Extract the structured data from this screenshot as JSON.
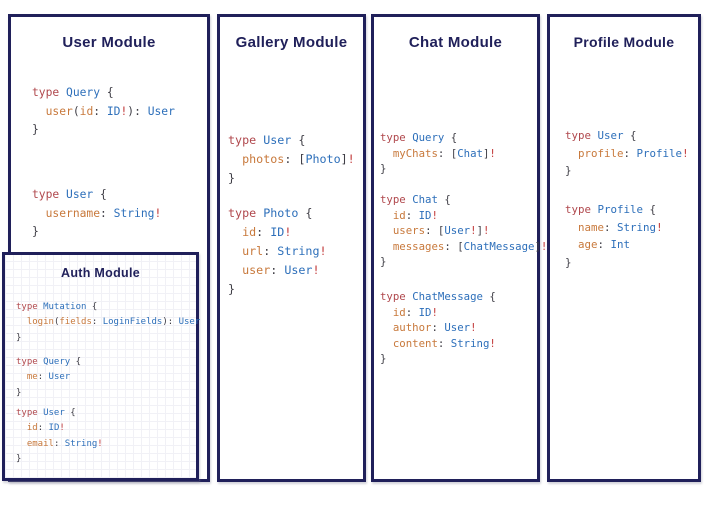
{
  "colors": {
    "border_navy": "#20205a",
    "title_navy": "#20205a",
    "keyword_red": "#b0484d",
    "type_blue": "#2d6fba",
    "field_orange": "#c8793c",
    "punctuation_gray": "#3f3e46",
    "bang_red": "#c23b3b",
    "background": "#ffffff"
  },
  "modules": [
    {
      "id": "user",
      "title": "User Module",
      "blocks": [
        [
          [
            [
              "k",
              "type "
            ],
            [
              "t",
              "Query"
            ],
            [
              "p",
              " {"
            ]
          ],
          [
            [
              "p",
              "  "
            ],
            [
              "f",
              "user"
            ],
            [
              "p",
              "("
            ],
            [
              "f",
              "id"
            ],
            [
              "p",
              ": "
            ],
            [
              "t",
              "ID"
            ],
            [
              "b",
              "!"
            ],
            [
              "p",
              "): "
            ],
            [
              "t",
              "User"
            ]
          ],
          [
            [
              "p",
              "}"
            ]
          ]
        ],
        [
          [
            [
              "k",
              "type "
            ],
            [
              "t",
              "User"
            ],
            [
              "p",
              " {"
            ]
          ],
          [
            [
              "p",
              "  "
            ],
            [
              "f",
              "username"
            ],
            [
              "p",
              ": "
            ],
            [
              "t",
              "String"
            ],
            [
              "b",
              "!"
            ]
          ],
          [
            [
              "p",
              "}"
            ]
          ]
        ]
      ]
    },
    {
      "id": "gallery",
      "title": "Gallery Module",
      "blocks": [
        [
          [
            [
              "k",
              "type "
            ],
            [
              "t",
              "User"
            ],
            [
              "p",
              " {"
            ]
          ],
          [
            [
              "p",
              "  "
            ],
            [
              "f",
              "photos"
            ],
            [
              "p",
              ": ["
            ],
            [
              "t",
              "Photo"
            ],
            [
              "p",
              "]"
            ],
            [
              "b",
              "!"
            ]
          ],
          [
            [
              "p",
              "}"
            ]
          ]
        ],
        [
          [
            [
              "k",
              "type "
            ],
            [
              "t",
              "Photo"
            ],
            [
              "p",
              " {"
            ]
          ],
          [
            [
              "p",
              "  "
            ],
            [
              "f",
              "id"
            ],
            [
              "p",
              ": "
            ],
            [
              "t",
              "ID"
            ],
            [
              "b",
              "!"
            ]
          ],
          [
            [
              "p",
              "  "
            ],
            [
              "f",
              "url"
            ],
            [
              "p",
              ": "
            ],
            [
              "t",
              "String"
            ],
            [
              "b",
              "!"
            ]
          ],
          [
            [
              "p",
              "  "
            ],
            [
              "f",
              "user"
            ],
            [
              "p",
              ": "
            ],
            [
              "t",
              "User"
            ],
            [
              "b",
              "!"
            ]
          ],
          [
            [
              "p",
              "}"
            ]
          ]
        ]
      ]
    },
    {
      "id": "chat",
      "title": "Chat Module",
      "blocks": [
        [
          [
            [
              "k",
              "type "
            ],
            [
              "t",
              "Query"
            ],
            [
              "p",
              " {"
            ]
          ],
          [
            [
              "p",
              "  "
            ],
            [
              "f",
              "myChats"
            ],
            [
              "p",
              ": ["
            ],
            [
              "t",
              "Chat"
            ],
            [
              "p",
              "]"
            ],
            [
              "b",
              "!"
            ]
          ],
          [
            [
              "p",
              "}"
            ]
          ]
        ],
        [
          [
            [
              "k",
              "type "
            ],
            [
              "t",
              "Chat"
            ],
            [
              "p",
              " {"
            ]
          ],
          [
            [
              "p",
              "  "
            ],
            [
              "f",
              "id"
            ],
            [
              "p",
              ": "
            ],
            [
              "t",
              "ID"
            ],
            [
              "b",
              "!"
            ]
          ],
          [
            [
              "p",
              "  "
            ],
            [
              "f",
              "users"
            ],
            [
              "p",
              ": ["
            ],
            [
              "t",
              "User"
            ],
            [
              "b",
              "!"
            ],
            [
              "p",
              "]"
            ],
            [
              "b",
              "!"
            ]
          ],
          [
            [
              "p",
              "  "
            ],
            [
              "f",
              "messages"
            ],
            [
              "p",
              ": ["
            ],
            [
              "t",
              "ChatMessage"
            ],
            [
              "p",
              "]"
            ],
            [
              "b",
              "!"
            ]
          ],
          [
            [
              "p",
              "}"
            ]
          ]
        ],
        [
          [
            [
              "k",
              "type "
            ],
            [
              "t",
              "ChatMessage"
            ],
            [
              "p",
              " {"
            ]
          ],
          [
            [
              "p",
              "  "
            ],
            [
              "f",
              "id"
            ],
            [
              "p",
              ": "
            ],
            [
              "t",
              "ID"
            ],
            [
              "b",
              "!"
            ]
          ],
          [
            [
              "p",
              "  "
            ],
            [
              "f",
              "author"
            ],
            [
              "p",
              ": "
            ],
            [
              "t",
              "User"
            ],
            [
              "b",
              "!"
            ]
          ],
          [
            [
              "p",
              "  "
            ],
            [
              "f",
              "content"
            ],
            [
              "p",
              ": "
            ],
            [
              "t",
              "String"
            ],
            [
              "b",
              "!"
            ]
          ],
          [
            [
              "p",
              "}"
            ]
          ]
        ]
      ]
    },
    {
      "id": "profile",
      "title": "Profile Module",
      "blocks": [
        [
          [
            [
              "k",
              "type "
            ],
            [
              "t",
              "User"
            ],
            [
              "p",
              " {"
            ]
          ],
          [
            [
              "p",
              "  "
            ],
            [
              "f",
              "profile"
            ],
            [
              "p",
              ": "
            ],
            [
              "t",
              "Profile"
            ],
            [
              "b",
              "!"
            ]
          ],
          [
            [
              "p",
              "}"
            ]
          ]
        ],
        [
          [
            [
              "k",
              "type "
            ],
            [
              "t",
              "Profile"
            ],
            [
              "p",
              " {"
            ]
          ],
          [
            [
              "p",
              "  "
            ],
            [
              "f",
              "name"
            ],
            [
              "p",
              ": "
            ],
            [
              "t",
              "String"
            ],
            [
              "b",
              "!"
            ]
          ],
          [
            [
              "p",
              "  "
            ],
            [
              "f",
              "age"
            ],
            [
              "p",
              ": "
            ],
            [
              "t",
              "Int"
            ]
          ],
          [
            [
              "p",
              "}"
            ]
          ]
        ]
      ]
    },
    {
      "id": "auth",
      "title": "Auth Module",
      "blocks": [
        [
          [
            [
              "k",
              "type "
            ],
            [
              "t",
              "Mutation"
            ],
            [
              "p",
              " {"
            ]
          ],
          [
            [
              "p",
              "  "
            ],
            [
              "f",
              "login"
            ],
            [
              "p",
              "("
            ],
            [
              "f",
              "fields"
            ],
            [
              "p",
              ": "
            ],
            [
              "t",
              "LoginFields"
            ],
            [
              "p",
              "): "
            ],
            [
              "t",
              "User"
            ]
          ],
          [
            [
              "p",
              "}"
            ]
          ]
        ],
        [
          [
            [
              "k",
              "type "
            ],
            [
              "t",
              "Query"
            ],
            [
              "p",
              " {"
            ]
          ],
          [
            [
              "p",
              "  "
            ],
            [
              "f",
              "me"
            ],
            [
              "p",
              ": "
            ],
            [
              "t",
              "User"
            ]
          ],
          [
            [
              "p",
              "}"
            ]
          ]
        ],
        [
          [
            [
              "k",
              "type "
            ],
            [
              "t",
              "User"
            ],
            [
              "p",
              " {"
            ]
          ],
          [
            [
              "p",
              "  "
            ],
            [
              "f",
              "id"
            ],
            [
              "p",
              ": "
            ],
            [
              "t",
              "ID"
            ],
            [
              "b",
              "!"
            ]
          ],
          [
            [
              "p",
              "  "
            ],
            [
              "f",
              "email"
            ],
            [
              "p",
              ": "
            ],
            [
              "t",
              "String"
            ],
            [
              "b",
              "!"
            ]
          ],
          [
            [
              "p",
              "}"
            ]
          ]
        ]
      ]
    }
  ]
}
